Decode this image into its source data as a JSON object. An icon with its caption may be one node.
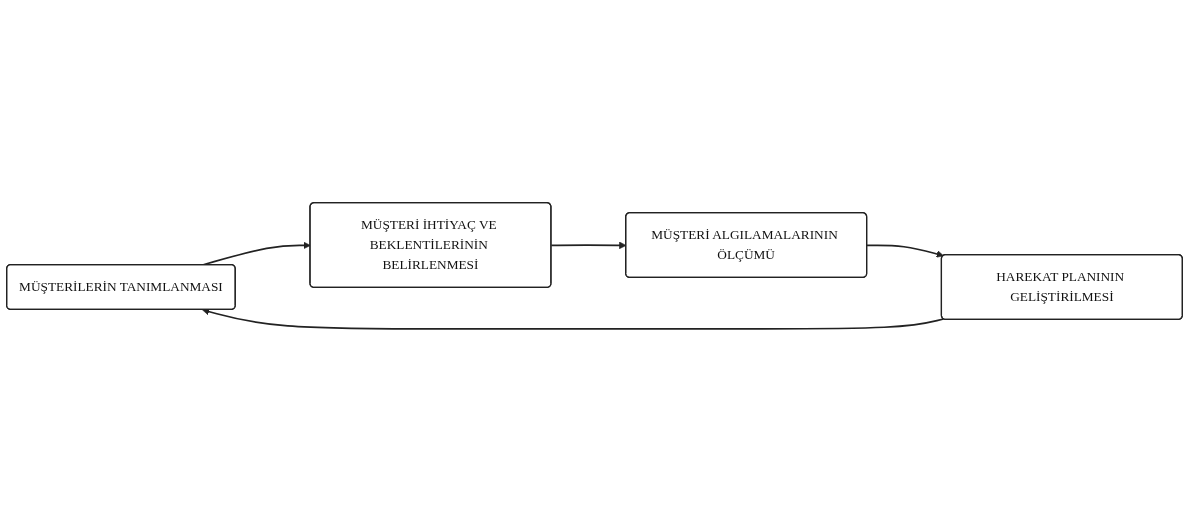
{
  "diagram": {
    "nodes": [
      {
        "text": [
          "MÜŞTERİLERİN TANIMLANMASI"
        ]
      },
      {
        "text": [
          "HAREKAT PLANININ GELİŞTİRİLMESİ"
        ]
      },
      {
        "text": [
          "MÜŞTERİ İHTİYAÇ VE BEKLENTİLERİNİN BELİRLENMESİ"
        ]
      },
      {
        "text": [
          "MÜŞTERİ ALGILAMALARININ ÖLÇÜMÜ"
        ]
      }
    ],
    "edges": [
      {
        "from": 0,
        "to": 2,
        "arrow": "to"
      },
      {
        "from": 2,
        "to": 3,
        "arrow": "to"
      },
      {
        "from": 3,
        "to": 1,
        "arrow": "to"
      },
      {
        "from": 1,
        "to": 0,
        "arrow": "to"
      }
    ]
  }
}
